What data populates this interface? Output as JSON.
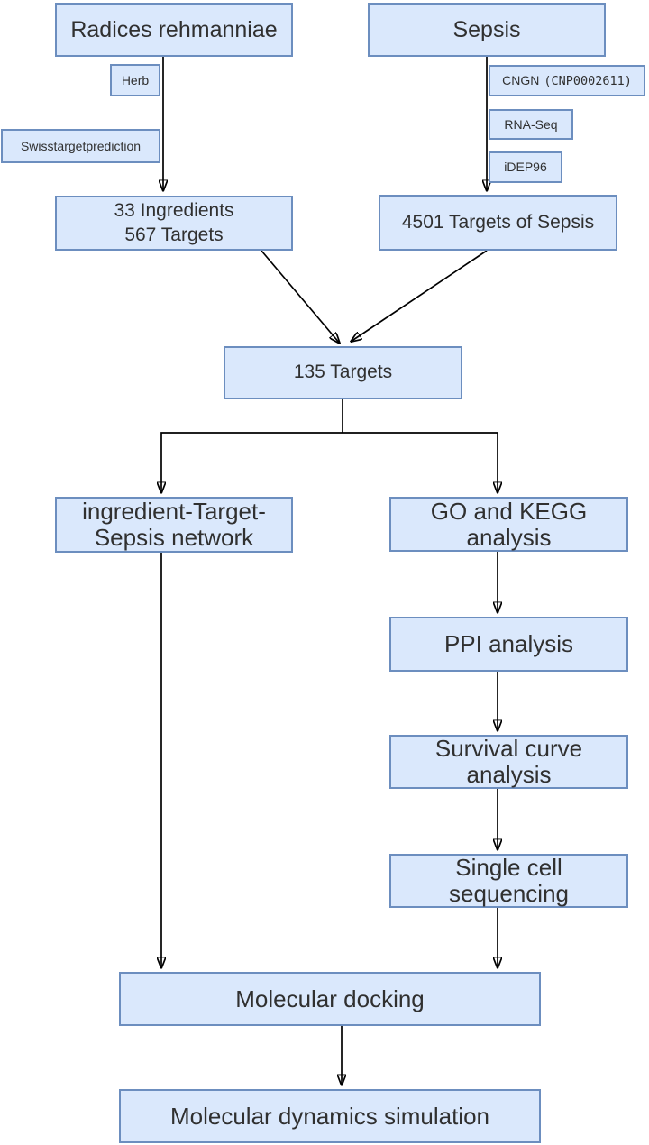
{
  "figure": {
    "type": "flowchart",
    "background": "#ffffff"
  },
  "colors": {
    "box_fill": "#dae8fc",
    "box_border": "#6c8ebf",
    "arrow": "#000000",
    "text": "#303030"
  },
  "nodes": {
    "radices": {
      "label": "Radices rehmanniae"
    },
    "sepsis": {
      "label": "Sepsis"
    },
    "herb": {
      "label": "Herb"
    },
    "swisstargetprediction": {
      "label": "Swisstargetprediction"
    },
    "cngn": {
      "name": "CNGN",
      "accession": "(CNP0002611)"
    },
    "rna_seq": {
      "label": "RNA-Seq"
    },
    "idep96": {
      "label": "iDEP96"
    },
    "ingredients_targets": {
      "line1": "33 Ingredients",
      "line2": "567 Targets"
    },
    "sepsis_targets": {
      "label": "4501 Targets of Sepsis"
    },
    "targets_135": {
      "label": "135 Targets"
    },
    "its_network": {
      "line1": "ingredient-Target-",
      "line2": "Sepsis network"
    },
    "go_kegg": {
      "line1": "GO and KEGG",
      "line2": "analysis"
    },
    "ppi": {
      "label": "PPI analysis"
    },
    "survival_curve": {
      "line1": "Survival curve",
      "line2": "analysis"
    },
    "single_cell": {
      "line1": "Single cell",
      "line2": "sequencing"
    },
    "molecular_docking": {
      "label": "Molecular docking"
    },
    "molecular_dynamics": {
      "label": "Molecular dynamics simulation"
    }
  }
}
